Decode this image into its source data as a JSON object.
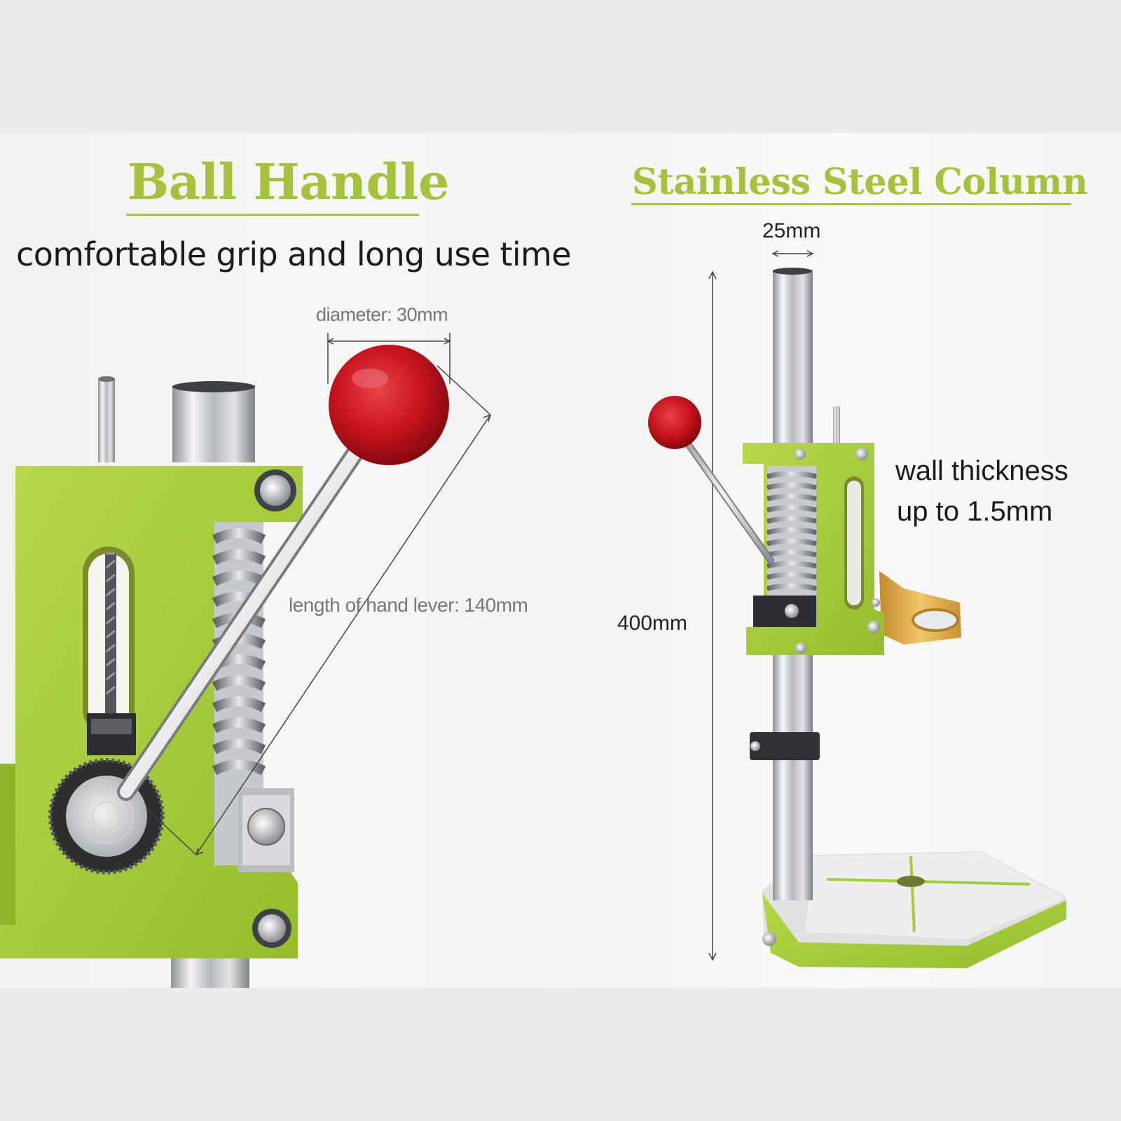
{
  "left": {
    "heading": "Ball Handle",
    "subheading": "comfortable grip and long use time",
    "diameter_label": "diameter: 30mm",
    "lever_label": "length of hand lever: 140mm"
  },
  "right": {
    "heading": "Stainless Steel Column",
    "column_width_label": "25mm",
    "height_label": "400mm",
    "wall_label_line1": "wall thickness",
    "wall_label_line2": "up to 1.5mm"
  },
  "colors": {
    "accent_green": "#a4c23c",
    "frame_green": "#a6cc3a",
    "ball_red": "#c8141c",
    "steel": "#c9ccd0",
    "gold": "#d8a440"
  }
}
